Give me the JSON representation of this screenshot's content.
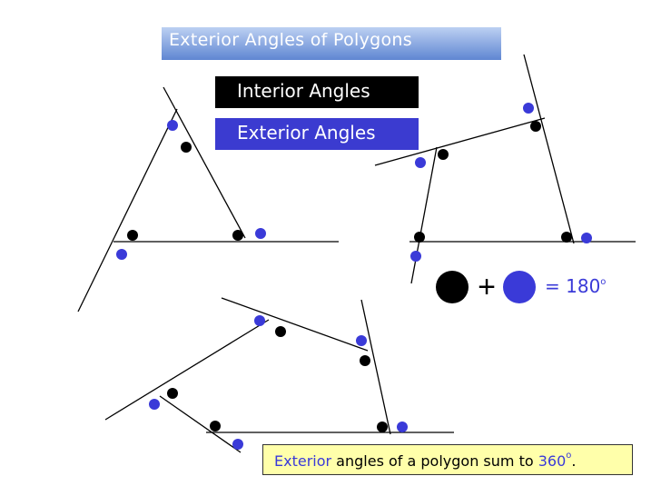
{
  "title": "Exterior Angles of Polygons",
  "legend": {
    "interior_label": "Interior Angles",
    "exterior_label": "Exterior Angles"
  },
  "equation": {
    "plus": "+",
    "result": "= 180",
    "degree": "o"
  },
  "summary": {
    "highlight": "Exterior",
    "middle": " angles of a polygon sum to ",
    "value": "360",
    "degree": "o",
    "end": "."
  },
  "colors": {
    "interior_dot": "#000000",
    "exterior_dot": "#3a3ad8",
    "title_gradient_top": "#bcd0f2",
    "title_gradient_bottom": "#5f86d2",
    "exterior_box": "#3b3bd0",
    "summary_box": "#ffffaa"
  },
  "shapes": [
    "triangle",
    "quadrilateral",
    "pentagon"
  ]
}
